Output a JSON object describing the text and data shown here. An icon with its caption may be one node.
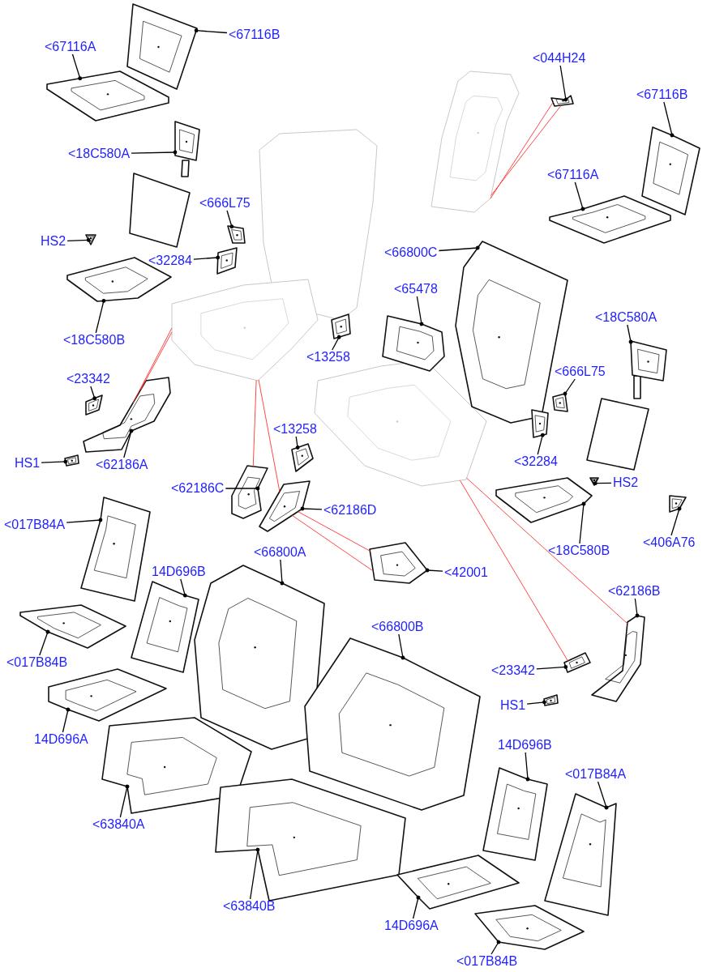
{
  "diagram": {
    "nodes": [
      {
        "text": [
          "<67116A"
        ]
      },
      {
        "text": [
          "<67116B"
        ]
      },
      {
        "text": [
          "<18C580A"
        ]
      },
      {
        "text": [
          "HS2"
        ]
      },
      {
        "text": [
          "<32284"
        ]
      },
      {
        "text": [
          "<666L75"
        ]
      },
      {
        "text": [
          "<18C580B"
        ]
      },
      {
        "text": [
          "<13258"
        ]
      },
      {
        "text": [
          "<23342"
        ]
      },
      {
        "text": [
          "HS1"
        ]
      },
      {
        "text": [
          "<62186A"
        ]
      },
      {
        "text": [
          "<13258"
        ]
      },
      {
        "text": [
          "<62186C"
        ]
      },
      {
        "text": [
          "<62186D"
        ]
      },
      {
        "text": [
          "<017B84A"
        ]
      },
      {
        "text": [
          "14D696B"
        ]
      },
      {
        "text": [
          "<66800A"
        ]
      },
      {
        "text": [
          "<017B84B"
        ]
      },
      {
        "text": [
          "14D696A"
        ]
      },
      {
        "text": [
          "<63840A"
        ]
      },
      {
        "text": [
          "<63840B"
        ]
      },
      {
        "text": [
          "<044H24"
        ]
      },
      {
        "text": [
          "<67116B"
        ]
      },
      {
        "text": [
          "<67116A"
        ]
      },
      {
        "text": [
          "<66800C"
        ]
      },
      {
        "text": [
          "<65478"
        ]
      },
      {
        "text": [
          "<18C580A"
        ]
      },
      {
        "text": [
          "<666L75"
        ]
      },
      {
        "text": [
          "<32284"
        ]
      },
      {
        "text": [
          "HS2"
        ]
      },
      {
        "text": [
          "<406A76"
        ]
      },
      {
        "text": [
          "<18C580B"
        ]
      },
      {
        "text": [
          "<42001"
        ]
      },
      {
        "text": [
          "<62186B"
        ]
      },
      {
        "text": [
          "<66800B"
        ]
      },
      {
        "text": [
          "<23342"
        ]
      },
      {
        "text": [
          "HS1"
        ]
      },
      {
        "text": [
          "14D696B"
        ]
      },
      {
        "text": [
          "<017B84A"
        ]
      },
      {
        "text": [
          "14D696A"
        ]
      },
      {
        "text": [
          "<017B84B"
        ]
      },
      {
        "text": [],
        "shape": "picture"
      },
      {
        "text": [],
        "shape": "picture"
      },
      {
        "text": [],
        "shape": "picture"
      },
      {
        "text": [],
        "shape": "picture"
      },
      {
        "text": [],
        "shape": "picture"
      },
      {
        "text": [],
        "shape": "picture"
      },
      {
        "text": [],
        "shape": "picture"
      },
      {
        "text": [],
        "shape": "picture"
      },
      {
        "text": [],
        "shape": "picture"
      },
      {
        "text": [],
        "shape": "picture"
      },
      {
        "text": [],
        "shape": "picture"
      },
      {
        "text": [],
        "shape": "picture"
      },
      {
        "text": [],
        "shape": "picture"
      },
      {
        "text": [],
        "shape": "picture"
      },
      {
        "text": [],
        "shape": "picture"
      },
      {
        "text": [],
        "shape": "picture"
      },
      {
        "text": [],
        "shape": "picture"
      },
      {
        "text": [],
        "shape": "picture"
      },
      {
        "text": [],
        "shape": "picture"
      },
      {
        "text": [],
        "shape": "picture"
      },
      {
        "text": [],
        "shape": "picture"
      },
      {
        "text": [],
        "shape": "picture"
      },
      {
        "text": [],
        "shape": "picture"
      },
      {
        "text": [],
        "shape": "picture"
      },
      {
        "text": [],
        "shape": "picture"
      },
      {
        "text": [],
        "shape": "picture"
      },
      {
        "text": [],
        "shape": "picture"
      },
      {
        "text": [],
        "shape": "picture"
      },
      {
        "text": [],
        "shape": "picture"
      },
      {
        "text": [],
        "shape": "picture"
      },
      {
        "text": [],
        "shape": "picture"
      },
      {
        "text": [],
        "shape": "picture"
      },
      {
        "text": [],
        "shape": "picture"
      },
      {
        "text": [],
        "shape": "picture"
      },
      {
        "text": [],
        "shape": "picture"
      },
      {
        "text": [],
        "shape": "picture"
      },
      {
        "text": [],
        "shape": "picture"
      },
      {
        "text": [],
        "shape": "picture"
      },
      {
        "text": [],
        "shape": "picture"
      },
      {
        "text": [],
        "shape": "picture"
      },
      {
        "text": [],
        "shape": "picture"
      },
      {
        "text": [],
        "shape": "picture"
      },
      {
        "text": [],
        "shape": "picture"
      },
      {
        "text": [],
        "shape": "picture"
      }
    ],
    "edges": [
      {
        "from": 0,
        "to": 41,
        "arrow": "other"
      },
      {
        "from": 1,
        "to": 42,
        "arrow": "other"
      },
      {
        "from": 2,
        "to": 43,
        "arrow": "other"
      },
      {
        "from": 3,
        "to": 44,
        "arrow": "other"
      },
      {
        "from": 4,
        "to": 45,
        "arrow": "other"
      },
      {
        "from": 5,
        "to": 46,
        "arrow": "other"
      },
      {
        "from": 6,
        "to": 47,
        "arrow": "other"
      },
      {
        "from": 7,
        "to": 48,
        "arrow": "other"
      },
      {
        "from": 8,
        "to": 49,
        "arrow": "other"
      },
      {
        "from": 9,
        "to": 50,
        "arrow": "other"
      },
      {
        "from": 10,
        "to": 51,
        "arrow": "other"
      },
      {
        "from": 11,
        "to": 52,
        "arrow": "other"
      },
      {
        "from": 12,
        "to": 53,
        "arrow": "other"
      },
      {
        "from": 13,
        "to": 54,
        "arrow": "other"
      },
      {
        "from": 14,
        "to": 55,
        "arrow": "other"
      },
      {
        "from": 15,
        "to": 56,
        "arrow": "other"
      },
      {
        "from": 16,
        "to": 57,
        "arrow": "other"
      },
      {
        "from": 17,
        "to": 58,
        "arrow": "other"
      },
      {
        "from": 18,
        "to": 59,
        "arrow": "other"
      },
      {
        "from": 19,
        "to": 60,
        "arrow": "other"
      },
      {
        "from": 20,
        "to": 61,
        "arrow": "other"
      },
      {
        "from": 21,
        "to": 62,
        "arrow": "other"
      },
      {
        "from": 22,
        "to": 63,
        "arrow": "other"
      },
      {
        "from": 23,
        "to": 64,
        "arrow": "other"
      },
      {
        "from": 24,
        "to": 65,
        "arrow": "other"
      },
      {
        "from": 25,
        "to": 66,
        "arrow": "other"
      },
      {
        "from": 26,
        "to": 67,
        "arrow": "other"
      },
      {
        "from": 27,
        "to": 68,
        "arrow": "other"
      },
      {
        "from": 28,
        "to": 69,
        "arrow": "other"
      },
      {
        "from": 29,
        "to": 70,
        "arrow": "other"
      },
      {
        "from": 30,
        "to": 71,
        "arrow": "other"
      },
      {
        "from": 31,
        "to": 72,
        "arrow": "other"
      },
      {
        "from": 32,
        "to": 73,
        "arrow": "other"
      },
      {
        "from": 33,
        "to": 74,
        "arrow": "other"
      },
      {
        "from": 34,
        "to": 75,
        "arrow": "other"
      },
      {
        "from": 35,
        "to": 76,
        "arrow": "other"
      },
      {
        "from": 36,
        "to": 77,
        "arrow": "other"
      },
      {
        "from": 37,
        "to": 78,
        "arrow": "other"
      },
      {
        "from": 38,
        "to": 79,
        "arrow": "other"
      },
      {
        "from": 39,
        "to": 80,
        "arrow": "other"
      },
      {
        "from": 40,
        "to": 81,
        "arrow": "other"
      },
      {
        "from": 82,
        "to": 51,
        "arrow": "none",
        "color": "#ff3333"
      },
      {
        "from": 82,
        "to": 51,
        "arrow": "none",
        "color": "#ff3333"
      },
      {
        "from": 82,
        "to": 53,
        "arrow": "none",
        "color": "#ff3333"
      },
      {
        "from": 82,
        "to": 54,
        "arrow": "none",
        "color": "#ff3333"
      },
      {
        "from": 83,
        "to": 62,
        "arrow": "none",
        "color": "#ff3333"
      },
      {
        "from": 83,
        "to": 62,
        "arrow": "none",
        "color": "#ff3333"
      },
      {
        "from": 54,
        "to": 73,
        "arrow": "none",
        "color": "#ff3333"
      },
      {
        "from": 54,
        "to": 73,
        "arrow": "none",
        "color": "#ff3333"
      },
      {
        "from": 84,
        "to": 74,
        "arrow": "none",
        "color": "#ff3333"
      },
      {
        "from": 84,
        "to": 76,
        "arrow": "none",
        "color": "#ff3333"
      }
    ]
  }
}
